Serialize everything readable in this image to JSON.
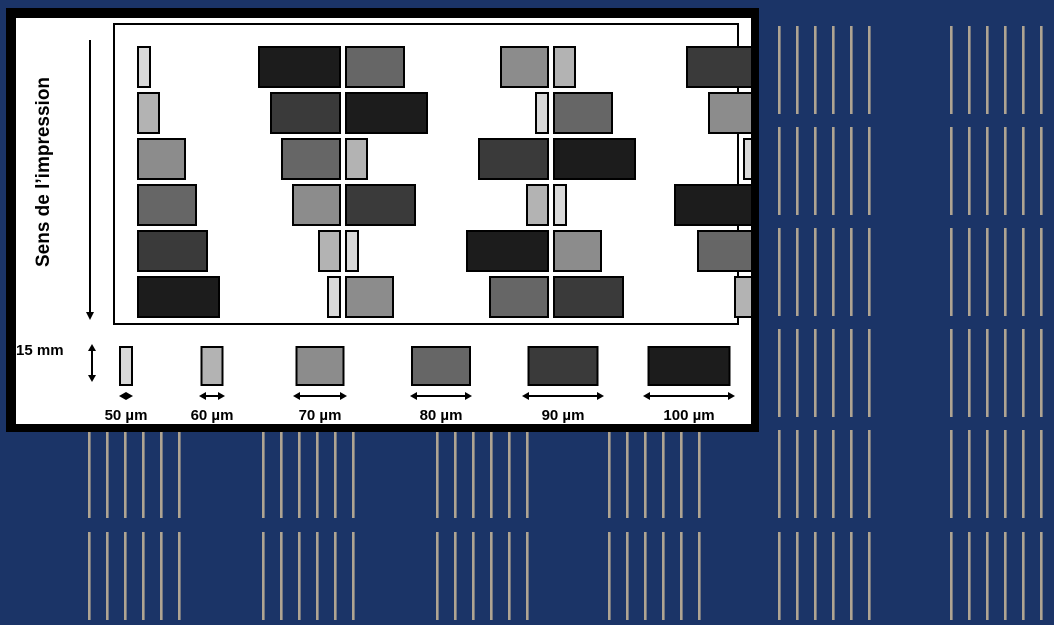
{
  "direction_label": "Sens de l’impression",
  "scale_label": "15 mm",
  "widths": [
    {
      "label": "50 µm",
      "shade": "#d9d9d9"
    },
    {
      "label": "60 µm",
      "shade": "#b3b3b3"
    },
    {
      "label": "70 µm",
      "shade": "#8c8c8c"
    },
    {
      "label": "80 µm",
      "shade": "#666666"
    },
    {
      "label": "90 µm",
      "shade": "#3a3a3a"
    },
    {
      "label": "100 µm",
      "shade": "#1c1c1c"
    }
  ],
  "layout_rows": [
    [
      1,
      6,
      4,
      3,
      2,
      5
    ],
    [
      2,
      5,
      6,
      1,
      4,
      3
    ],
    [
      3,
      4,
      2,
      5,
      6,
      1
    ],
    [
      4,
      3,
      5,
      2,
      1,
      6
    ],
    [
      5,
      2,
      1,
      6,
      3,
      4
    ],
    [
      6,
      1,
      3,
      4,
      5,
      2
    ]
  ],
  "colors": {
    "substrate": "#1b3467",
    "printed_line": "#c9b89a",
    "frame": "#000000",
    "panel": "#ffffff"
  }
}
